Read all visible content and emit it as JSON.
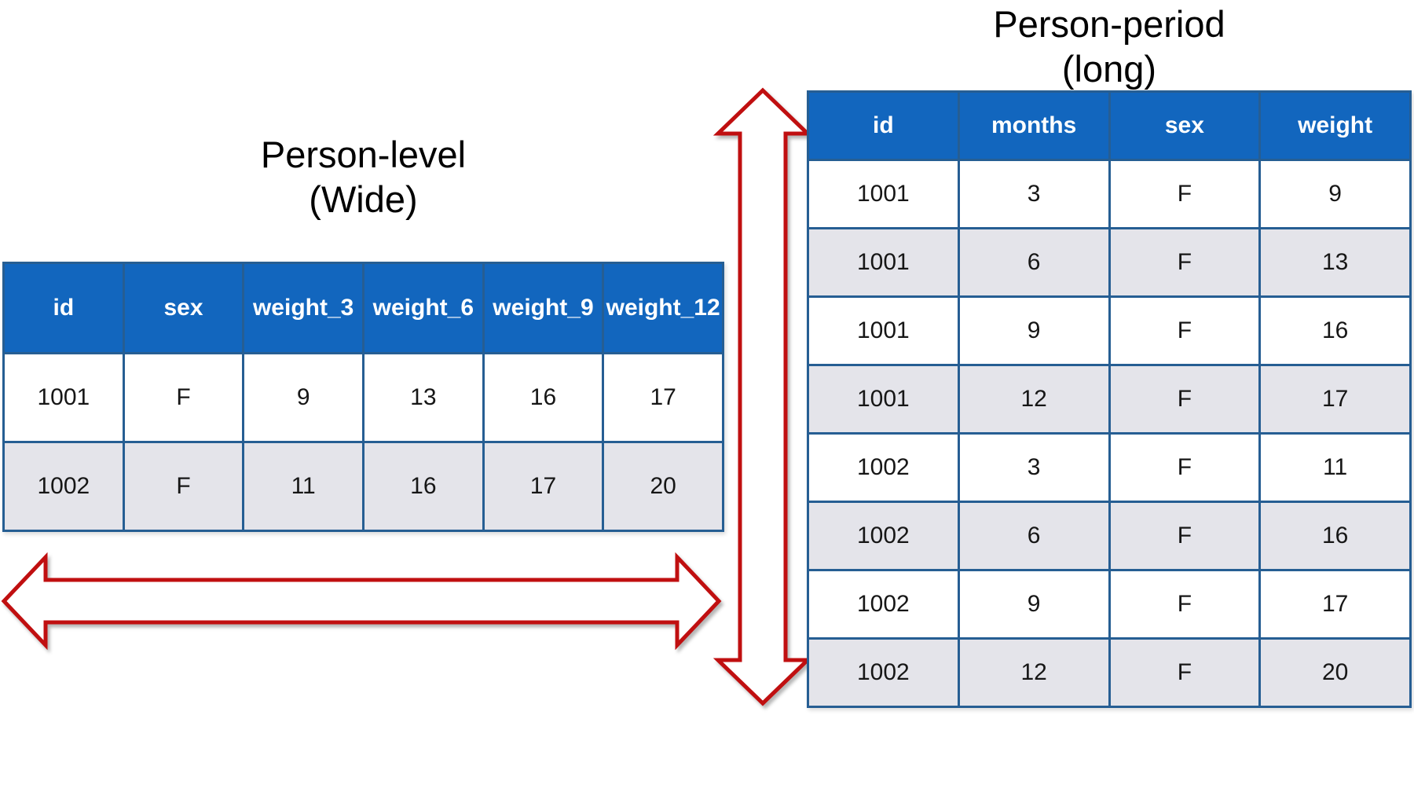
{
  "colors": {
    "header_bg": "#1266be",
    "header_text": "#ffffff",
    "table_border": "#265e93",
    "row_alt_bg": "#e4e4ea",
    "body_text": "#161616",
    "title_text": "#000000",
    "arrow": "#c00f10",
    "arrow_fill": "#ffffff"
  },
  "wide": {
    "title_line1": "Person-level",
    "title_line2": "(Wide)",
    "columns": [
      "id",
      "sex",
      "weight_3",
      "weight_6",
      "weight_9",
      "weight_12"
    ],
    "rows": [
      [
        "1001",
        "F",
        "9",
        "13",
        "16",
        "17"
      ],
      [
        "1002",
        "F",
        "11",
        "16",
        "17",
        "20"
      ]
    ]
  },
  "long": {
    "title_line1": "Person-period",
    "title_line2": "(long)",
    "columns": [
      "id",
      "months",
      "sex",
      "weight"
    ],
    "rows": [
      [
        "1001",
        "3",
        "F",
        "9"
      ],
      [
        "1001",
        "6",
        "F",
        "13"
      ],
      [
        "1001",
        "9",
        "F",
        "16"
      ],
      [
        "1001",
        "12",
        "F",
        "17"
      ],
      [
        "1002",
        "3",
        "F",
        "11"
      ],
      [
        "1002",
        "6",
        "F",
        "16"
      ],
      [
        "1002",
        "9",
        "F",
        "17"
      ],
      [
        "1002",
        "12",
        "F",
        "20"
      ]
    ]
  }
}
